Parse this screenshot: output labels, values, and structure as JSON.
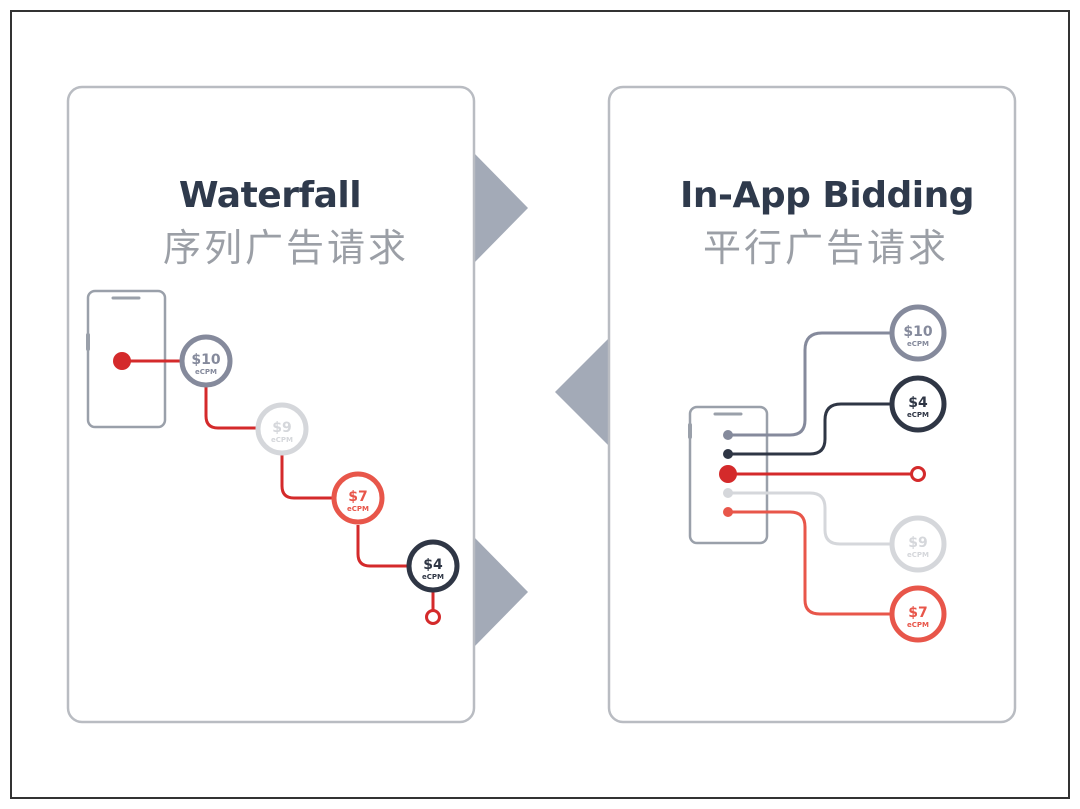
{
  "colors": {
    "frame": "#333333",
    "panel_border": "#b9bcc2",
    "arrow": "#a3aab7",
    "phone": "#9aa0aa",
    "red": "#d42a2b",
    "red_light": "#e8564a",
    "gray_dark": "#2f3645",
    "gray_mid": "#858a9c",
    "gray_light": "#d5d7db"
  },
  "waterfall": {
    "title_en": "Waterfall",
    "title_cn": "序列广告请求",
    "nodes": [
      {
        "amount": "$10",
        "unit": "eCPM",
        "tone": "gray_mid"
      },
      {
        "amount": "$9",
        "unit": "eCPM",
        "tone": "gray_light"
      },
      {
        "amount": "$7",
        "unit": "eCPM",
        "tone": "red_light"
      },
      {
        "amount": "$4",
        "unit": "eCPM",
        "tone": "gray_dark"
      }
    ]
  },
  "bidding": {
    "title_en": "In-App Bidding",
    "title_cn": "平行广告请求",
    "nodes": [
      {
        "amount": "$10",
        "unit": "eCPM",
        "tone": "gray_mid"
      },
      {
        "amount": "$4",
        "unit": "eCPM",
        "tone": "gray_dark"
      },
      {
        "amount": "$9",
        "unit": "eCPM",
        "tone": "gray_light"
      },
      {
        "amount": "$7",
        "unit": "eCPM",
        "tone": "red_light"
      }
    ]
  }
}
